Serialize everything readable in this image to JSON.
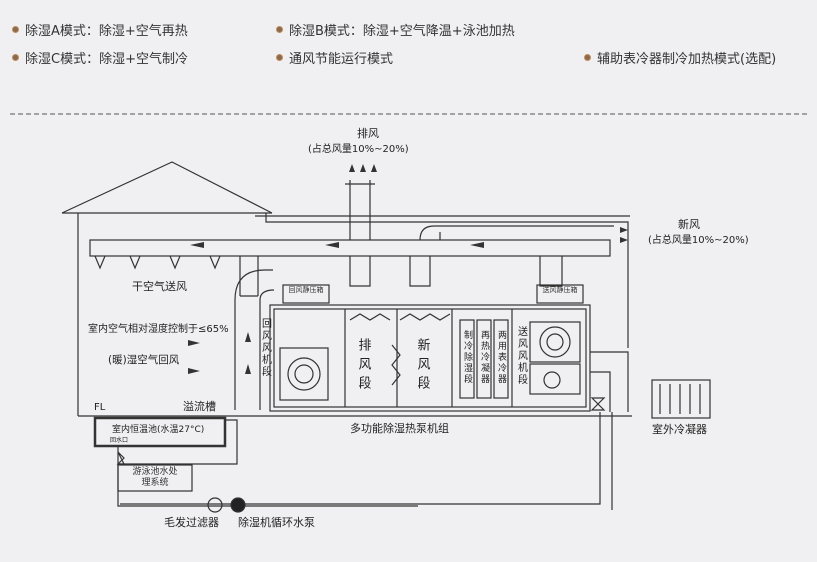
{
  "legend": [
    {
      "label": "除湿A模式：除湿+空气再热"
    },
    {
      "label": "除湿B模式：除湿+空气降温+泳池加热"
    },
    {
      "label": "除湿C模式：除湿+空气制冷"
    },
    {
      "label": "通风节能运行模式"
    },
    {
      "label": "辅助表冷器制冷加热模式(选配)"
    }
  ],
  "diagram": {
    "exhaust": "排风",
    "exhaust_ratio": "(占总风量10%~20%)",
    "fresh": "新风",
    "fresh_ratio": "(占总风量10%~20%)",
    "dry_supply": "干空气送风",
    "humidity_control": "室内空气相对湿度控制于≤65%",
    "humid_return": "(暖)湿空气回风",
    "return_box": "回风静压箱",
    "supply_box": "送风静压箱",
    "sections": {
      "return_fan": "回风风机段",
      "exhaust": "排风段",
      "fresh": "新风段",
      "cooling": "制冷除湿段",
      "reheat": "再热冷凝器",
      "dual_coil": "两用表冷器",
      "supply_fan": "送风风机段"
    },
    "unit": "多功能除湿热泵机组",
    "condenser": "室外冷凝器",
    "overflow": "溢流槽",
    "fl": "FL",
    "pool": "室内恒温池(水温27°C)",
    "return_outlet": "回水口",
    "treatment": "游泳池水处理系统",
    "filter": "毛发过滤器",
    "pump": "除湿机循环水泵"
  },
  "colors": {
    "background": "#f0f0f2",
    "line": "#333333",
    "dot": "#8a6a50"
  }
}
